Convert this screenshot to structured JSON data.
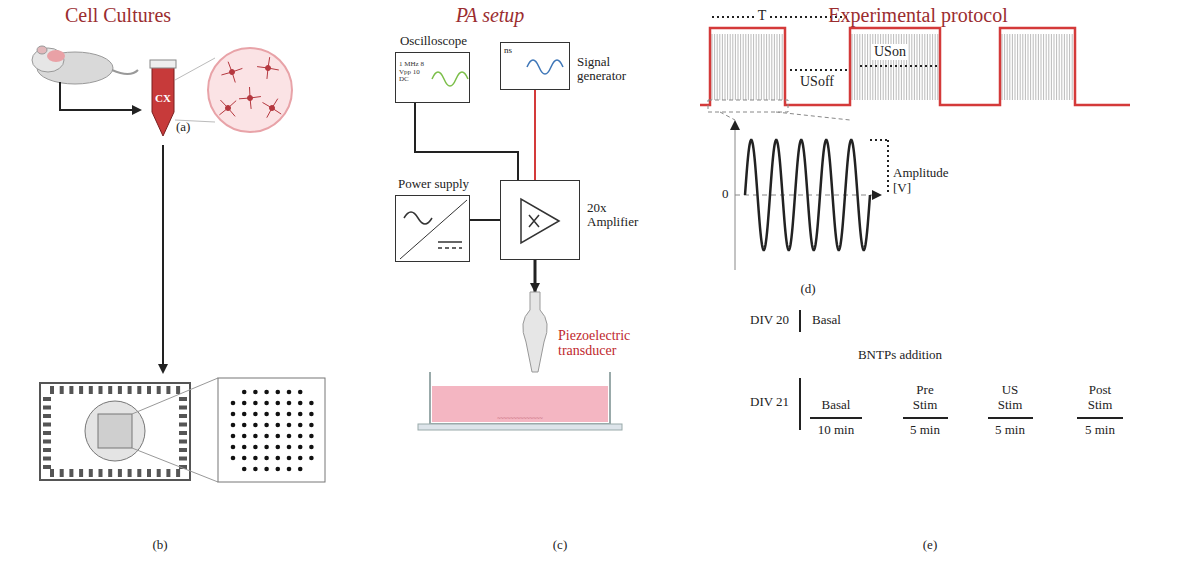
{
  "diagram": {
    "nodes": [
      {
        "text": [
          "CX"
        ]
      },
      {
        "text": [
          "Oscilloscope",
          "1 MHz 8 Vpp 10 DC"
        ]
      },
      {
        "text": [
          "ns",
          "Signal generator"
        ]
      },
      {
        "text": [
          "Power supply"
        ]
      },
      {
        "text": [
          "20x Amplifier"
        ]
      },
      {
        "text": [
          "Piezoelectric transducer"
        ]
      }
    ],
    "edges": [
      {
        "from": 1,
        "to": 4,
        "arrow": "none"
      },
      {
        "from": 2,
        "to": 4,
        "arrow": "none"
      },
      {
        "from": 3,
        "to": 4,
        "arrow": "none"
      },
      {
        "from": 4,
        "to": 5,
        "arrow": "to"
      }
    ],
    "labels": [
      "Cell Cultures",
      "PA setup",
      "Experimental protocol",
      "(a)",
      "(b)",
      "(c)",
      "T",
      "USon",
      "USoff",
      "0",
      "Amplitude [V]",
      "(d)",
      "DIV 20",
      "Basal",
      "BNTPs addition",
      "DIV 21",
      "Basal",
      "Pre Stim",
      "US Stim",
      "Post Stim",
      "10 min",
      "5 min",
      "5 min",
      "5 min",
      "(e)"
    ]
  }
}
